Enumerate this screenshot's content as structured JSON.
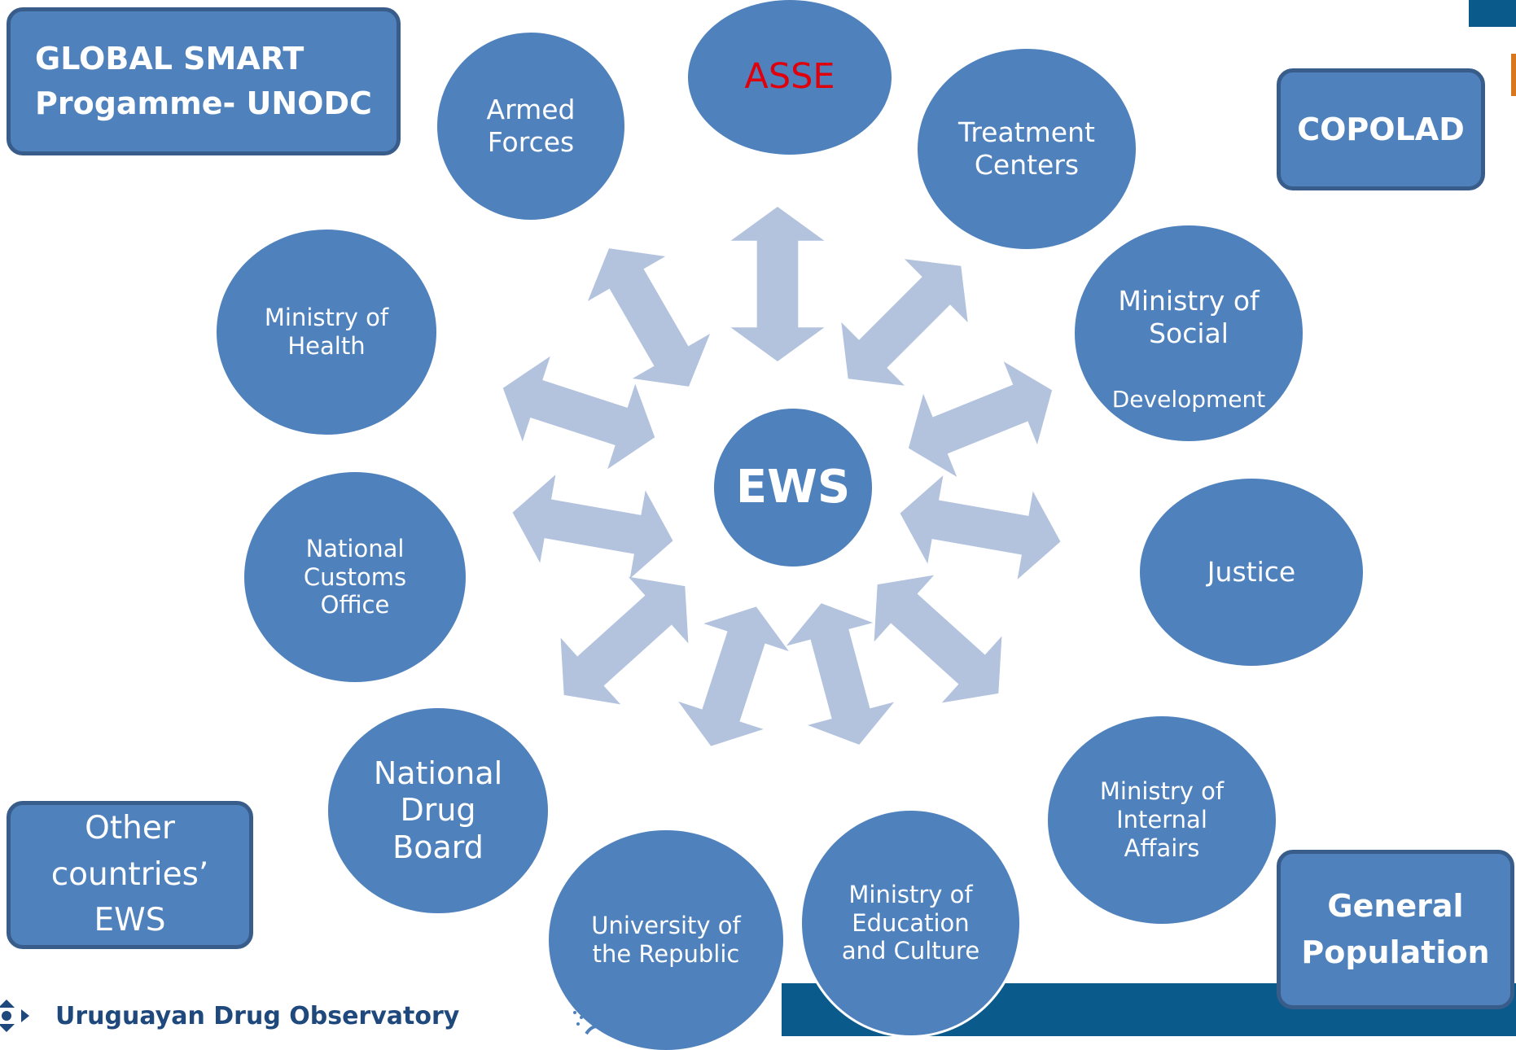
{
  "title_box": {
    "line1": "GLOBAL SMART",
    "line2": "Progamme- UNODC"
  },
  "copolad_label": "COPOLAD",
  "other_box": "Other\ncountries’\nEWS",
  "general_box": "General\nPopulation",
  "center_label": "EWS",
  "nodes": {
    "asse": "ASSE",
    "armed_forces": "Armed\nForces",
    "treatment_centers": "Treatment\nCenters",
    "ministry_health": "Ministry of\nHealth",
    "ministry_social_line1": "Ministry of\nSocial",
    "ministry_social_line2": "Development",
    "customs": "National\nCustoms\nOffice",
    "justice": "Justice",
    "drug_board": "National\nDrug\nBoard",
    "internal_affairs": "Ministry of\nInternal\nAffairs",
    "university": "University of\nthe Republic",
    "education": "Ministry of\nEducation\nand Culture"
  },
  "footer": {
    "organization": "Uruguayan Drug Observatory"
  },
  "colors": {
    "node_fill": "#4f81bd",
    "box_border": "#385d8a",
    "arrow_fill": "#b3c3de",
    "accent_red": "#e0000b",
    "band_blue": "#0a5a8c",
    "accent_orange": "#d9771f",
    "footer_text": "#1f497d"
  }
}
